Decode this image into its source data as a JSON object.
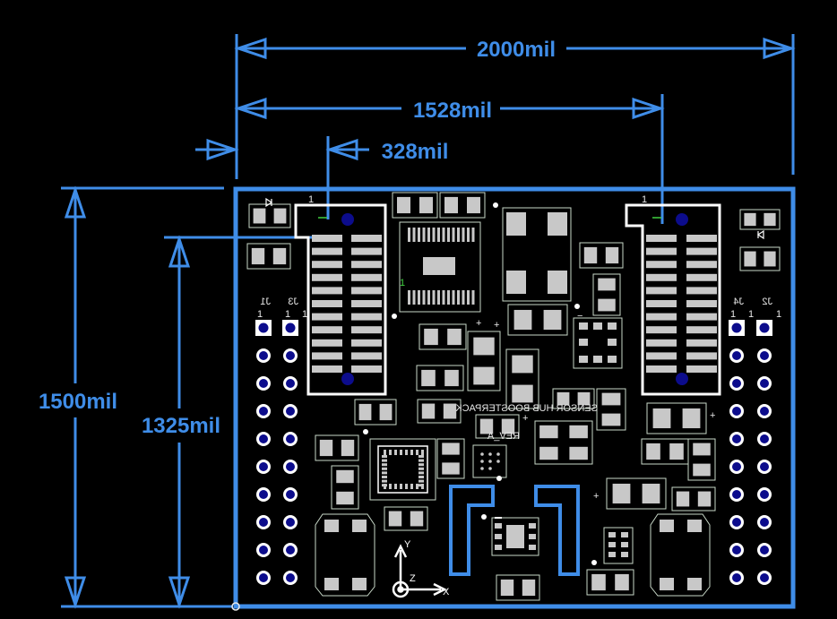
{
  "dimensions": {
    "board_width": "2000mil",
    "header_span": "1528mil",
    "header_offset": "328mil",
    "board_height": "1500mil",
    "header_height": "1325mil"
  },
  "silkscreen": {
    "board_name": "SENSOR HUB BOOSTERPACK",
    "revision": "REV_A",
    "header_labels": [
      "J1",
      "J3",
      "J4",
      "J2"
    ],
    "pin_one_marks": [
      "1",
      "1",
      "1",
      "1",
      "1",
      "1",
      "1",
      "1"
    ],
    "polarity_plus": "+",
    "polarity_minus": "−",
    "ic_pin_one": "1"
  },
  "axes": {
    "x": "X",
    "y": "Y",
    "z": "Z"
  },
  "colors": {
    "background": "#000000",
    "dimension": "#3f8de8",
    "silkscreen": "#ffffff",
    "pad": "#c8c8c8",
    "courtyard": "#c8d8c8",
    "via": "#0c0c8c"
  }
}
